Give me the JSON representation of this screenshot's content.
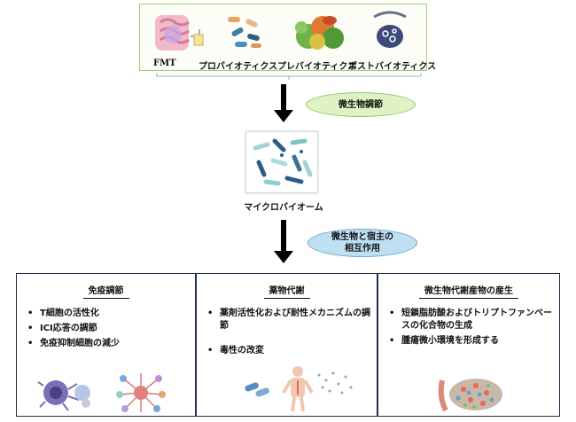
{
  "top": {
    "fmt": "FMT",
    "probiotics": "プロバイオティクス",
    "prebiotics": "プレバイオティクス",
    "postbiotics": "ポストバイオティクス"
  },
  "ellipse_1": "微生物調節",
  "microbiome_label": "マイクロバイオーム",
  "ellipse_2": {
    "line1": "微生物と宿主の",
    "line2": "相互作用"
  },
  "boxes": {
    "immune": {
      "title": "免疫調節",
      "items": [
        "T細胞の活性化",
        "ICI応答の調節",
        "免疫抑制細胞の減少"
      ]
    },
    "drug": {
      "title": "薬物代謝",
      "items": [
        "薬剤活性化および耐性メカニズムの調節",
        "毒性の改変"
      ]
    },
    "metabolite": {
      "title": "微生物代謝産物の産生",
      "items": [
        "短鎖脂肪酸およびトリプトファンベースの化合物の生成",
        "腫瘍微小環境を形成する"
      ]
    }
  },
  "colors": {
    "top_border": "#9ccf6a",
    "ellipse_green": "#dff2c4",
    "ellipse_blue": "#bfe0f2",
    "box_border": "#1f2d4a"
  }
}
